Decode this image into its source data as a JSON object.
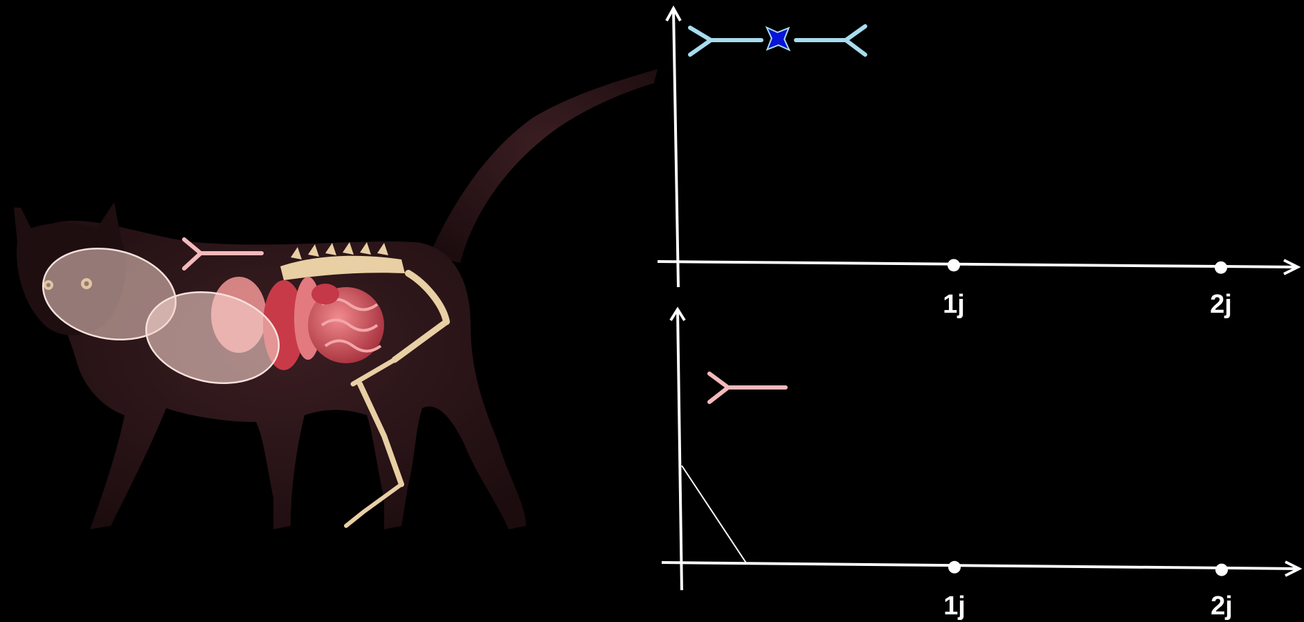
{
  "colors": {
    "background": "#000000",
    "axis": "#ffffff",
    "antibody_top": "#a8dcee",
    "antigen_star": "#0a14d8",
    "antibody_pink": "#f4b9bb",
    "ellipse_fill": "#f6d2cb",
    "cat_body": "#2a1518",
    "organ": "#d9606a",
    "bone": "#e8cfa4"
  },
  "icons": {
    "cat": "cat-anatomy-illustration",
    "antibody_top": "antibody-icon",
    "antigen": "antigen-star-icon",
    "antibody_cat": "antibody-icon",
    "antibody_lower": "antibody-icon"
  },
  "top_graph": {
    "ticks": [
      {
        "label": "1j",
        "value": 1
      },
      {
        "label": "2j",
        "value": 2
      }
    ]
  },
  "bottom_graph": {
    "ticks": [
      {
        "label": "1j",
        "value": 1
      },
      {
        "label": "2j",
        "value": 2
      }
    ]
  }
}
